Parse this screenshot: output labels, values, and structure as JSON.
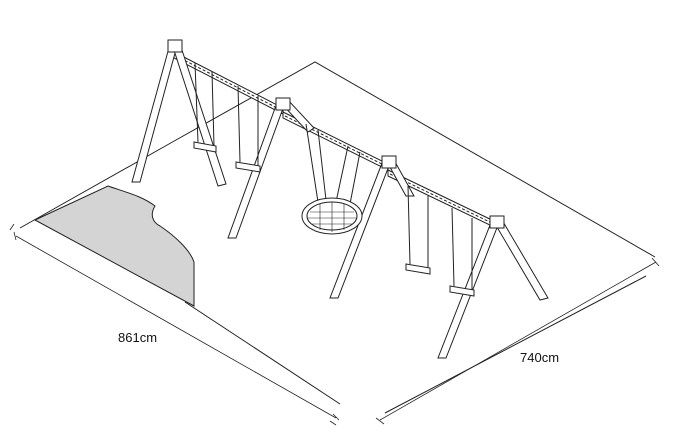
{
  "dimensions": {
    "length": "861cm",
    "width": "740cm"
  },
  "colors": {
    "line": "#222222",
    "frame_fill": "#ffffff",
    "sand_area": "#d4d4d4",
    "background": "#ffffff"
  },
  "components": {
    "frames": 3,
    "flat_seats": 4,
    "nest_seat": 1
  }
}
